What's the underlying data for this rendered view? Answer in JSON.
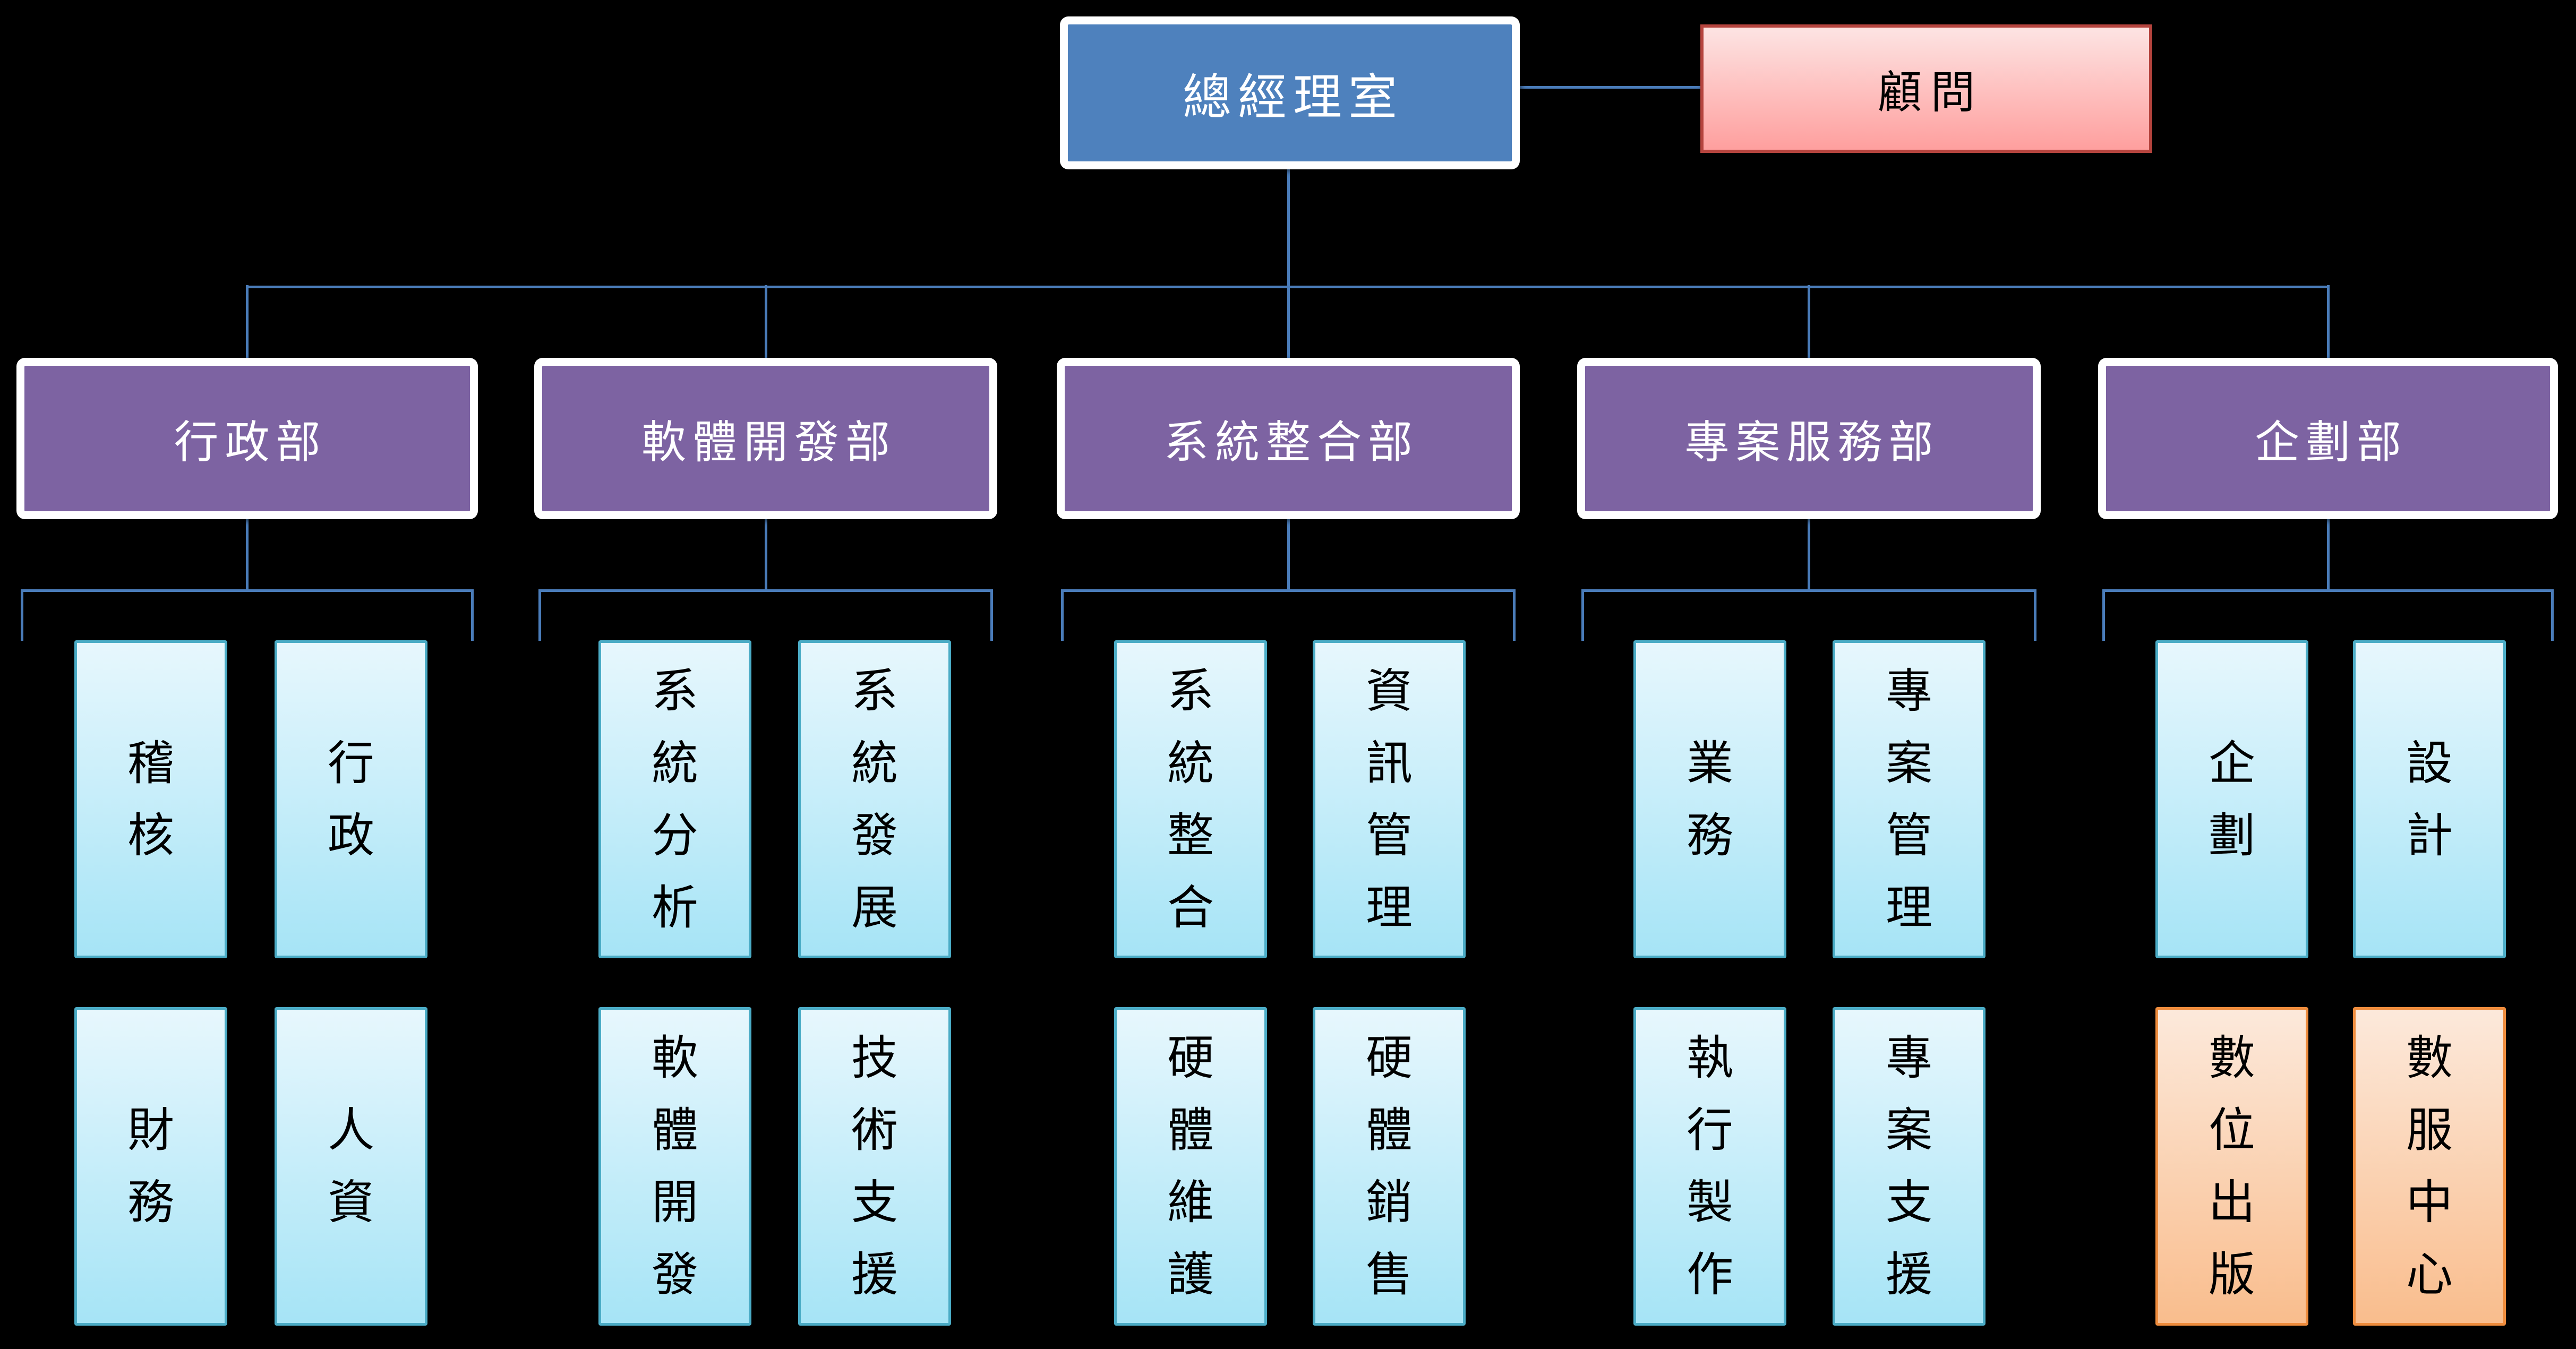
{
  "root": {
    "label": "總經理室"
  },
  "advisor": {
    "label": "顧問"
  },
  "departments": [
    {
      "label": "行政部",
      "children": [
        {
          "label": "稽核",
          "variant": "cyan"
        },
        {
          "label": "行政",
          "variant": "cyan"
        },
        {
          "label": "財務",
          "variant": "cyan"
        },
        {
          "label": "人資",
          "variant": "cyan"
        }
      ]
    },
    {
      "label": "軟體開發部",
      "children": [
        {
          "label": "系統分析",
          "variant": "cyan"
        },
        {
          "label": "系統發展",
          "variant": "cyan"
        },
        {
          "label": "軟體開發",
          "variant": "cyan"
        },
        {
          "label": "技術支援",
          "variant": "cyan"
        }
      ]
    },
    {
      "label": "系統整合部",
      "children": [
        {
          "label": "系統整合",
          "variant": "cyan"
        },
        {
          "label": "資訊管理",
          "variant": "cyan"
        },
        {
          "label": "硬體維護",
          "variant": "cyan"
        },
        {
          "label": "硬體銷售",
          "variant": "cyan"
        }
      ]
    },
    {
      "label": "專案服務部",
      "children": [
        {
          "label": "業務",
          "variant": "cyan"
        },
        {
          "label": "專案管理",
          "variant": "cyan"
        },
        {
          "label": "執行製作",
          "variant": "cyan"
        },
        {
          "label": "專案支援",
          "variant": "cyan"
        }
      ]
    },
    {
      "label": "企劃部",
      "children": [
        {
          "label": "企劃",
          "variant": "cyan"
        },
        {
          "label": "設計",
          "variant": "cyan"
        },
        {
          "label": "數位出版",
          "variant": "orange"
        },
        {
          "label": "數服中心",
          "variant": "orange"
        }
      ]
    }
  ],
  "colors": {
    "background": "#000000",
    "connector": "#4A7CB9",
    "frame": "#FFFFFF",
    "root_fill": "#4E81BD",
    "dept_fill": "#7D63A2",
    "advisor_border": "#B5443E",
    "advisor_top": "#FDE4E3",
    "advisor_bottom": "#FE9F9E",
    "cyan_border": "#4BACC6",
    "cyan_top": "#E7F7FD",
    "cyan_bottom": "#A6E4F6",
    "orange_border": "#EE8C3D",
    "orange_top": "#FCE9DB",
    "orange_bottom": "#F9BD8D",
    "text_light": "#FFFFFF",
    "text_dark": "#000000"
  }
}
